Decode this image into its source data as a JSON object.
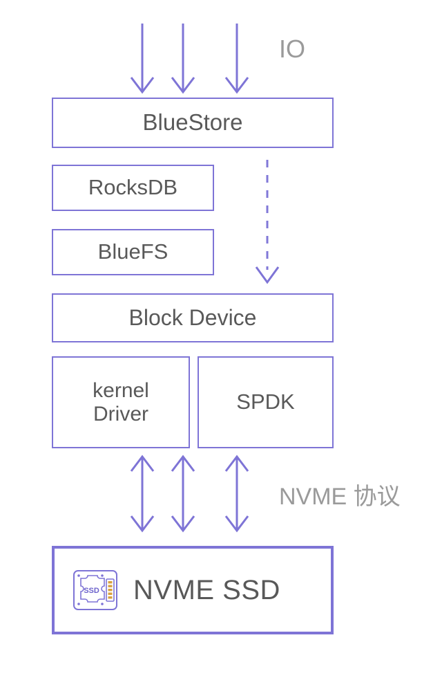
{
  "diagram": {
    "title": "BlueStore NVMe storage stack",
    "background_color": "#ffffff",
    "accent_color": "#7e74d6",
    "text_color": "#595959",
    "muted_text_color": "#9a9a9a",
    "pin_color": "#d8a13f"
  },
  "boxes": {
    "bluestore": "BlueStore",
    "rocksdb": "RocksDB",
    "bluefs": "BlueFS",
    "block_device": "Block  Device",
    "kernel_driver": "kernel\nDriver",
    "spdk": "SPDK",
    "nvme_ssd": "NVME SSD"
  },
  "icons": {
    "ssd_chip_label": "SSD",
    "ssd_icon_name": "ssd-chip-icon"
  },
  "labels": {
    "io": "IO",
    "nvme_protocol": "NVME 协议"
  },
  "connectors": {
    "io_arrows": {
      "count": 3,
      "direction": "down",
      "style": "solid",
      "from": "IO",
      "to": "BlueStore"
    },
    "bluestore_to_block_device": {
      "count": 1,
      "direction": "down",
      "style": "dashed",
      "from": "BlueStore",
      "to": "Block  Device"
    },
    "driver_to_ssd_arrows": {
      "count": 3,
      "direction": "bidirectional",
      "style": "solid",
      "from": "kernel Driver / SPDK",
      "to": "NVME SSD",
      "label": "NVME 协议"
    }
  }
}
